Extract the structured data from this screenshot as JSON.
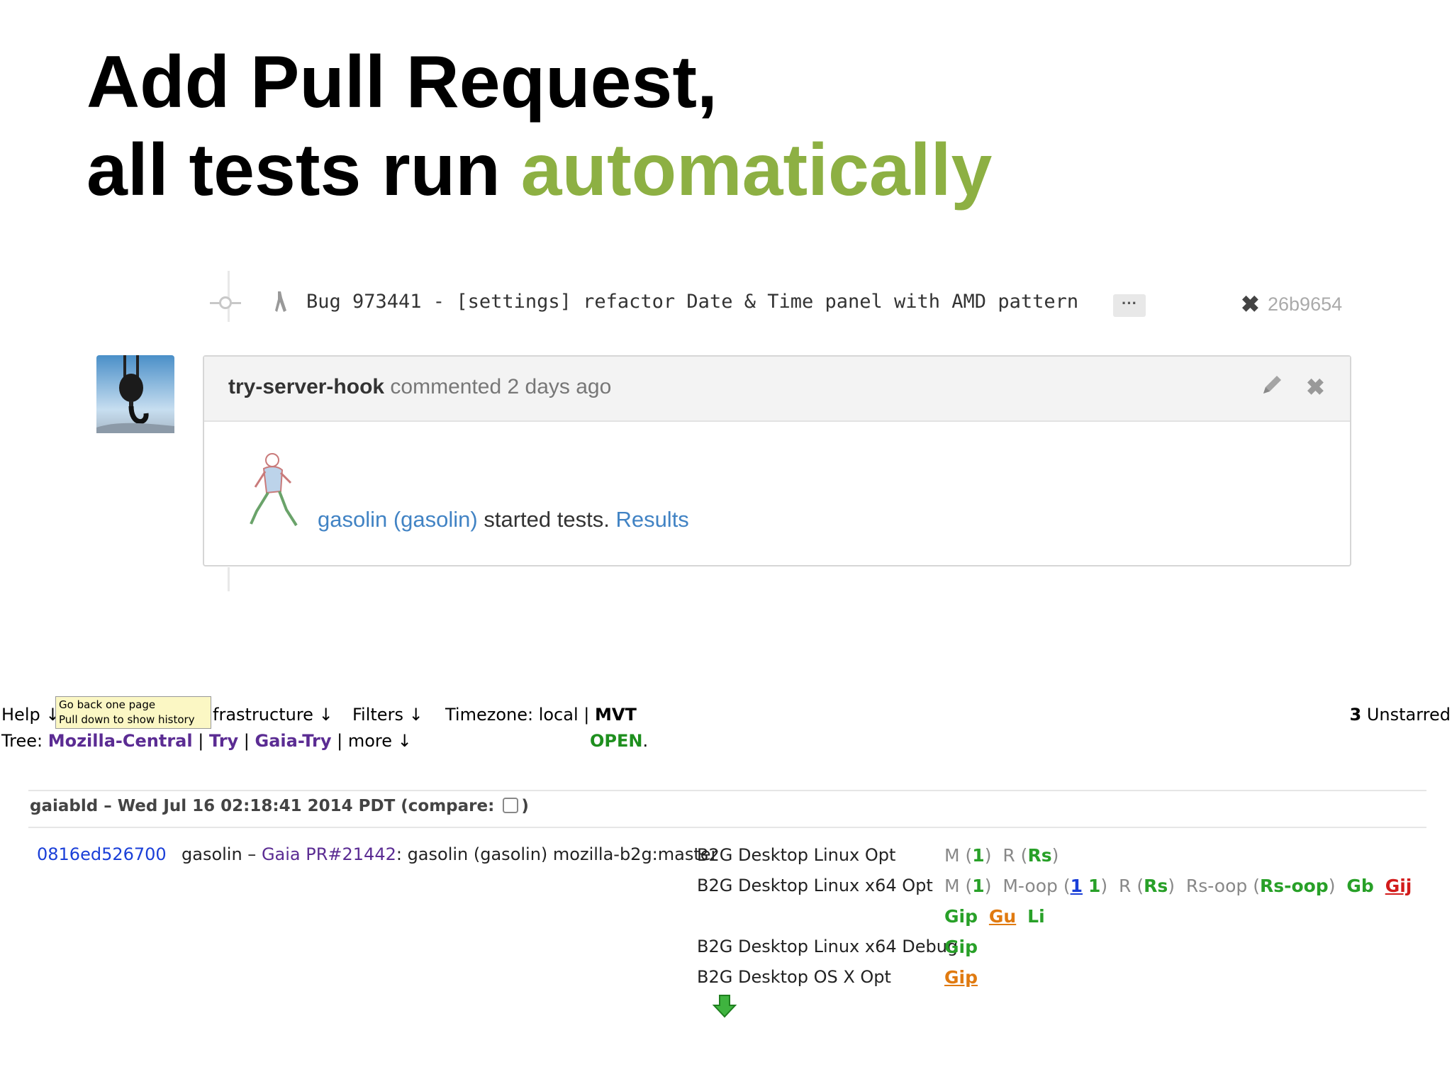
{
  "slide": {
    "title_line1": "Add Pull Request,",
    "title_line2_prefix": "all tests run ",
    "title_line2_accent": "automatically",
    "accent_color": "#8db043"
  },
  "commit": {
    "icon": "user-icon",
    "message": "Bug 973441 - [settings] refactor Date & Time panel with AMD pattern",
    "ellipsis": "···",
    "status_icon": "x-icon",
    "sha": "26b9654"
  },
  "comment": {
    "author": "try-server-hook",
    "time": "commented 2 days ago",
    "edit_icon": "pencil-icon",
    "close_icon": "close-icon",
    "user_link": "gasolin (gasolin)",
    "text_middle": " started tests. ",
    "results_link": "Results"
  },
  "tbpl": {
    "nav": {
      "help": "Help ↓",
      "infrastructure": "frastructure ↓",
      "filters": "Filters ↓",
      "timezone_label": "Timezone: local | ",
      "timezone_value": "MVT",
      "unstarred_count": "3",
      "unstarred_label": " Unstarred"
    },
    "tooltip": {
      "line1": "Go back one page",
      "line2": "Pull down to show history"
    },
    "tree": {
      "label": "Tree: ",
      "trees": [
        "Mozilla-Central",
        "Try",
        "Gaia-Try"
      ],
      "sep": " | ",
      "more": "more ↓",
      "status": "OPEN",
      "status_suffix": "."
    },
    "push": {
      "header_prefix": "gaiabld – Wed Jul 16 02:18:41 2014 PDT (compare: ",
      "header_suffix": ")",
      "revision": "0816ed526700",
      "author": "gasolin – ",
      "pr_link": "Gaia PR#21442",
      "description": ": gasolin (gasolin) mozilla-b2g:master"
    },
    "platforms": [
      "B2G Desktop Linux Opt",
      "B2G Desktop Linux x64 Opt",
      "B2G Desktop Linux x64 Debug",
      "B2G Desktop OS X Opt"
    ]
  }
}
